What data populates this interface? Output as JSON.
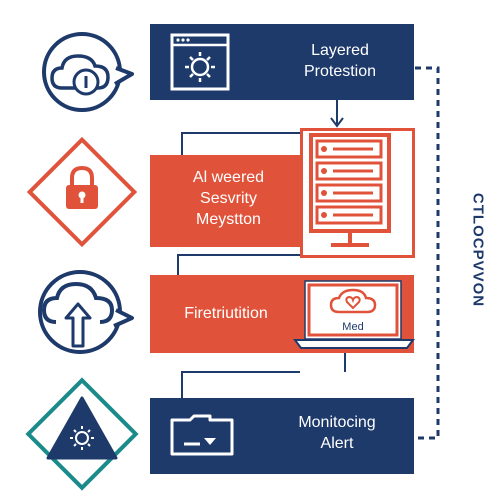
{
  "colors": {
    "navy": "#1d3a6b",
    "red": "#e0533a",
    "teal": "#1a8a8a",
    "white": "#ffffff"
  },
  "icons": {
    "left": [
      "cloud-lock-icon",
      "padlock-icon",
      "cloud-upload-icon",
      "warning-triangle-icon"
    ],
    "panels": [
      "browser-window-icon",
      "server-rack-icon",
      "laptop-cloud-icon",
      "folder-icon"
    ]
  },
  "panels": {
    "layered": {
      "label": "Layered\nProtestion"
    },
    "security": {
      "label": "Al weered\nSesvrity\nMeystton"
    },
    "firewall": {
      "label": "Firetriutition"
    },
    "monitoring": {
      "label": "Monitocing\nAlert"
    }
  },
  "laptop_label": "Med",
  "side_label": "CTLOCPVVON"
}
